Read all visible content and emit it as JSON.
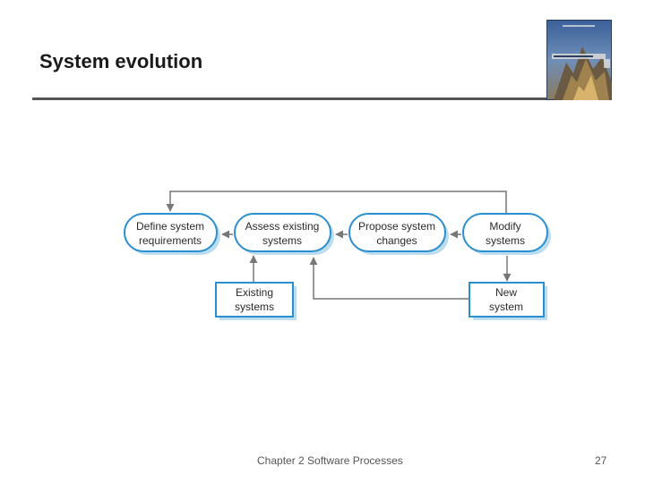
{
  "slide": {
    "title": "System evolution",
    "footer": "Chapter 2 Software Processes",
    "page_number": "27"
  },
  "diagram": {
    "process_nodes": [
      {
        "id": "define",
        "lines": [
          "Define system",
          "requirements"
        ]
      },
      {
        "id": "assess",
        "lines": [
          "Assess existing",
          "systems"
        ]
      },
      {
        "id": "propose",
        "lines": [
          "Propose system",
          "changes"
        ]
      },
      {
        "id": "modify",
        "lines": [
          "Modify",
          "systems"
        ]
      }
    ],
    "document_nodes": [
      {
        "id": "existing",
        "lines": [
          "Existing",
          "systems"
        ]
      },
      {
        "id": "new",
        "lines": [
          "New",
          "system"
        ]
      }
    ],
    "colors": {
      "node_fill": "#ffffff",
      "node_border": "#2a8fce",
      "node_shadow": "#bcdcf0",
      "connector": "#777777"
    }
  },
  "book_cover": {
    "icon": "book-cover-image"
  }
}
